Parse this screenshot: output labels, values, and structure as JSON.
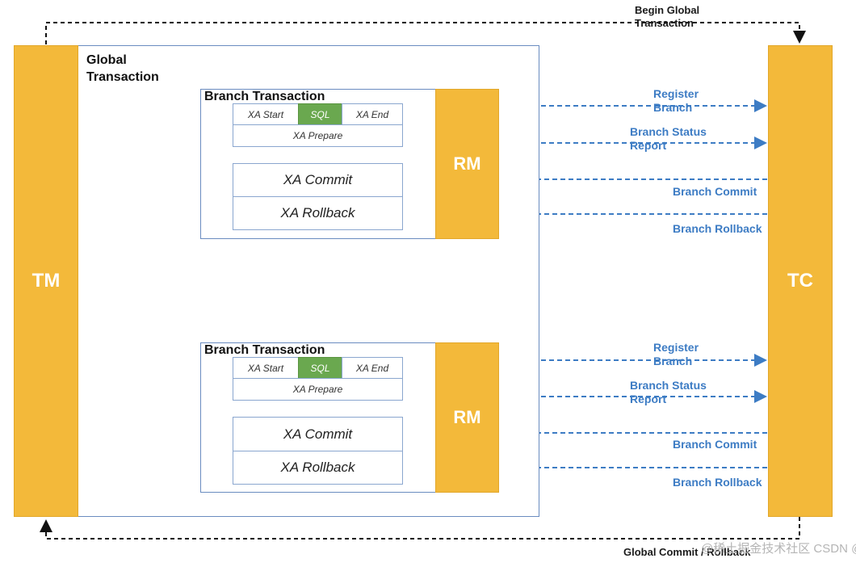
{
  "actors": {
    "tm_label": "TM",
    "tc_label": "TC",
    "rm_label": "RM"
  },
  "global": {
    "label_line1": "Global",
    "label_line2": "Transaction"
  },
  "branch": {
    "label": "Branch Transaction",
    "xa_start": "XA Start",
    "sql": "SQL",
    "xa_end": "XA End",
    "xa_prepare": "XA Prepare",
    "xa_commit": "XA Commit",
    "xa_rollback": "XA Rollback"
  },
  "arrows": {
    "register_line1": "Register",
    "register_line2": "Branch",
    "status_line1": "Branch Status",
    "status_line2": "Report",
    "commit": "Branch Commit",
    "rollback": "Branch Rollback"
  },
  "flow": {
    "begin_line1": "Begin Global",
    "begin_line2": "Transaction",
    "end_label": "Global Commit / Rollback"
  },
  "watermark": "@稀土掘金技术社区 CSDN @lisydn",
  "colors": {
    "actor_fill": "#f3b93a",
    "sql_fill": "#6aa84f",
    "arrow_blue": "#3d7cc4",
    "box_border": "#6a8cc0"
  }
}
